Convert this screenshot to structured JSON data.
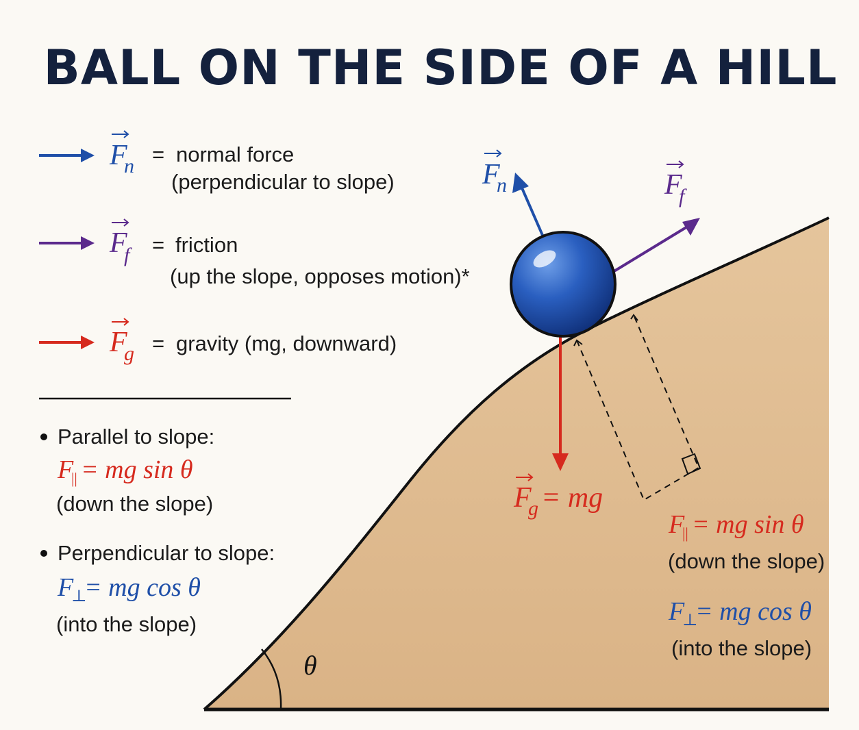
{
  "title": "BALL ON THE SIDE OF A HILL",
  "colors": {
    "normal": "#1f4fa8",
    "friction": "#5b2a8c",
    "gravity": "#d62a1e",
    "hill": "#dfb98c",
    "ink": "#111111"
  },
  "legend": {
    "normal": {
      "symbol": "F",
      "sub": "n",
      "eq": "=",
      "text": "normal force",
      "note": "(perpendicular to slope)"
    },
    "friction": {
      "symbol": "F",
      "sub": "f",
      "eq": "=",
      "text": "friction",
      "note": "(up the slope, opposes motion)*"
    },
    "gravity": {
      "symbol": "F",
      "sub": "g",
      "eq": "=",
      "text": "gravity (mg, downward)"
    }
  },
  "components": {
    "parallel": {
      "heading": "Parallel to slope:",
      "sub": "||",
      "formula": " = mg sin θ",
      "note": "(down the slope)"
    },
    "perpendicular": {
      "heading": "Perpendicular to slope:",
      "sub": "⊥",
      "formula": " = mg cos θ",
      "note": "(into the slope)"
    }
  },
  "diagram": {
    "fn_sub": "n",
    "ff_sub": "f",
    "fg_sub": "g",
    "fg_eq": " = mg",
    "angle": "θ",
    "parallel_formula": " = mg sin θ",
    "parallel_note": "(down the slope)",
    "perp_formula": " = mg cos θ",
    "perp_note": "(into the slope)"
  }
}
